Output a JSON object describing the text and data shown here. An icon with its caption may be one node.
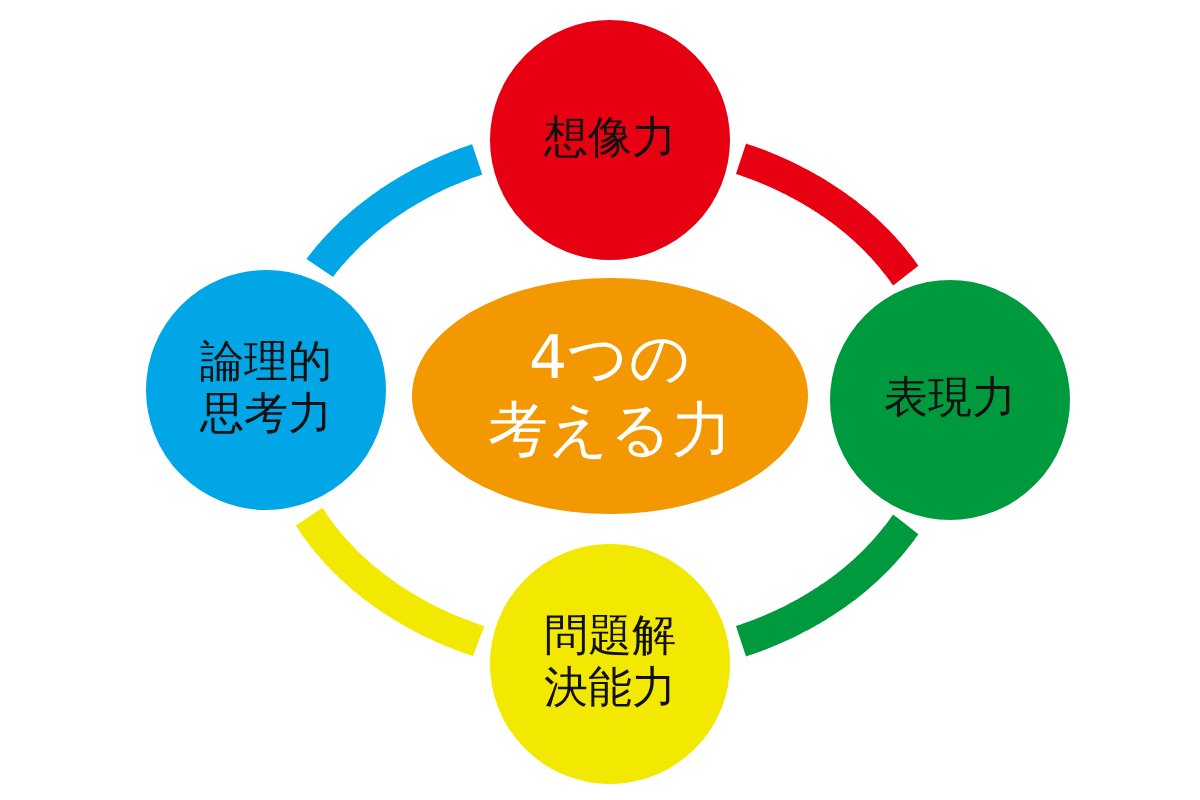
{
  "diagram": {
    "nodes": [
      {
        "text": [
          "4つの考える力"
        ]
      },
      {
        "text": [
          "想像力"
        ]
      },
      {
        "text": [
          "表現力"
        ]
      },
      {
        "text": [
          "問題解決能力"
        ]
      },
      {
        "text": [
          "論理的思考力"
        ]
      }
    ],
    "edges": [
      {
        "from": 1,
        "to": 2,
        "arrow": "none",
        "color": "#e60012"
      },
      {
        "from": 2,
        "to": 3,
        "arrow": "none",
        "color": "#009a3e"
      },
      {
        "from": 3,
        "to": 4,
        "arrow": "none",
        "color": "#f3e800"
      },
      {
        "from": 4,
        "to": 1,
        "arrow": "none",
        "color": "#00a6e6"
      }
    ]
  }
}
